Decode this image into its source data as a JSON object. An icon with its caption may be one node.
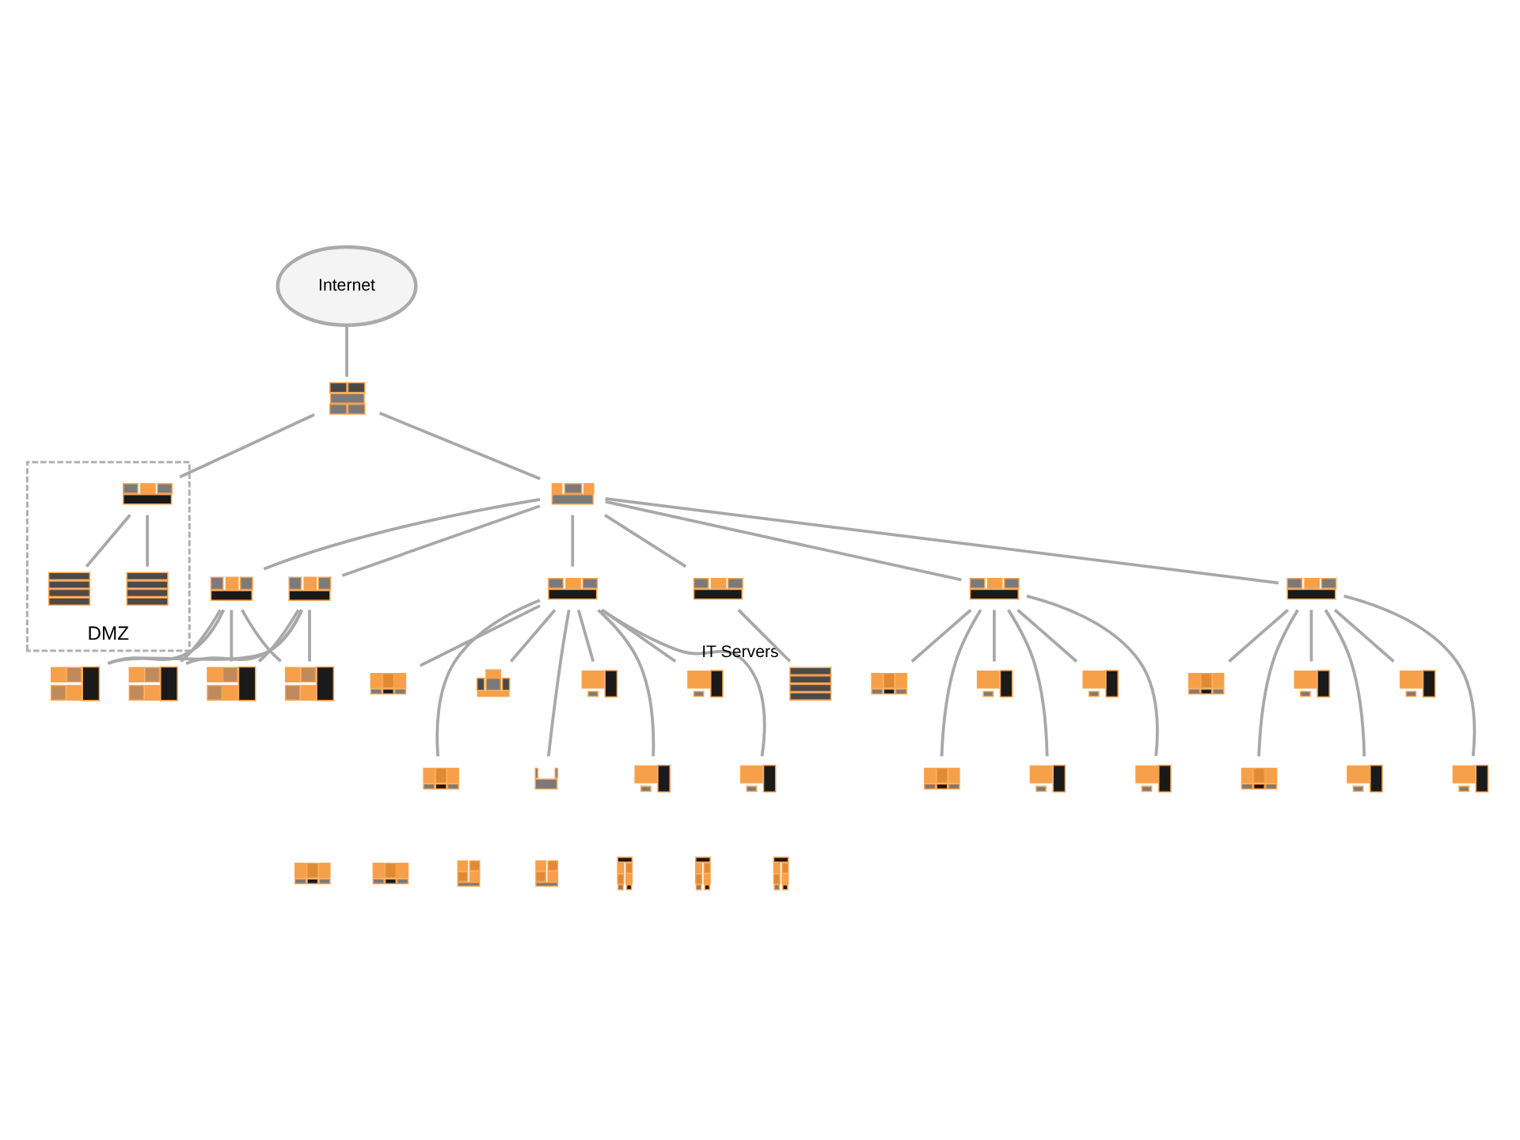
{
  "diagram": {
    "nodes": [
      {
        "text": [
          "Internet"
        ]
      },
      {
        "text": [],
        "shape": "picture"
      },
      {
        "text": [
          "DMZ"
        ]
      },
      {
        "text": [],
        "shape": "picture",
        "in": 2
      },
      {
        "text": [],
        "shape": "picture",
        "in": 2
      },
      {
        "text": [],
        "shape": "picture",
        "in": 2
      },
      {
        "text": [],
        "shape": "picture"
      },
      {
        "text": [],
        "shape": "picture"
      },
      {
        "text": [],
        "shape": "picture"
      },
      {
        "text": [],
        "shape": "picture"
      },
      {
        "text": [],
        "shape": "picture"
      },
      {
        "text": [],
        "shape": "picture"
      },
      {
        "text": [],
        "shape": "picture"
      },
      {
        "text": [],
        "shape": "picture"
      },
      {
        "text": [],
        "shape": "picture"
      },
      {
        "text": [],
        "shape": "picture"
      },
      {
        "text": [],
        "shape": "picture"
      },
      {
        "text": [],
        "shape": "picture"
      },
      {
        "text": [],
        "shape": "picture"
      },
      {
        "text": [],
        "shape": "picture"
      },
      {
        "text": [],
        "shape": "picture"
      },
      {
        "text": [],
        "shape": "picture"
      },
      {
        "text": [],
        "shape": "picture"
      },
      {
        "text": [],
        "shape": "picture"
      },
      {
        "text": [],
        "shape": "picture"
      },
      {
        "text": [],
        "shape": "picture"
      },
      {
        "text": [],
        "shape": "picture"
      },
      {
        "text": [],
        "shape": "picture"
      },
      {
        "text": [],
        "shape": "picture"
      },
      {
        "text": [],
        "shape": "picture"
      },
      {
        "text": [],
        "shape": "picture"
      },
      {
        "text": [],
        "shape": "picture"
      },
      {
        "text": [],
        "shape": "picture"
      },
      {
        "text": [],
        "shape": "picture"
      },
      {
        "text": [],
        "shape": "picture"
      },
      {
        "text": [],
        "shape": "picture"
      },
      {
        "text": [],
        "shape": "picture"
      },
      {
        "text": [],
        "shape": "picture"
      },
      {
        "text": [],
        "shape": "picture",
        "beside": [
          "IT Servers"
        ]
      },
      {
        "text": [],
        "shape": "picture"
      },
      {
        "text": [],
        "shape": "picture"
      },
      {
        "text": [],
        "shape": "picture"
      },
      {
        "text": [],
        "shape": "picture"
      },
      {
        "text": [],
        "shape": "picture"
      },
      {
        "text": [],
        "shape": "picture"
      }
    ],
    "edges": [
      {
        "from": 0,
        "to": 1,
        "arrow": "none"
      },
      {
        "from": 1,
        "to": 3,
        "arrow": "none"
      },
      {
        "from": 3,
        "to": 4,
        "arrow": "none"
      },
      {
        "from": 3,
        "to": 5,
        "arrow": "none"
      },
      {
        "from": 1,
        "to": 6,
        "arrow": "none"
      },
      {
        "from": 6,
        "to": 7,
        "arrow": "none"
      },
      {
        "from": 7,
        "to": 8,
        "arrow": "none"
      },
      {
        "from": 7,
        "to": 9,
        "arrow": "none"
      },
      {
        "from": 7,
        "to": 10,
        "arrow": "none"
      },
      {
        "from": 7,
        "to": 11,
        "arrow": "none"
      },
      {
        "from": 7,
        "to": 12,
        "arrow": "none"
      },
      {
        "from": 7,
        "to": 13,
        "arrow": "none"
      },
      {
        "from": 6,
        "to": 14,
        "arrow": "none"
      },
      {
        "from": 14,
        "to": 15,
        "arrow": "none"
      },
      {
        "from": 14,
        "to": 16,
        "arrow": "none"
      },
      {
        "from": 14,
        "to": 17,
        "arrow": "none"
      },
      {
        "from": 14,
        "to": 18,
        "arrow": "none"
      },
      {
        "from": 14,
        "to": 19,
        "arrow": "none"
      },
      {
        "from": 14,
        "to": 20,
        "arrow": "none"
      },
      {
        "from": 6,
        "to": 21,
        "arrow": "none"
      },
      {
        "from": 21,
        "to": 22,
        "arrow": "none"
      },
      {
        "from": 21,
        "to": 23,
        "arrow": "none"
      },
      {
        "from": 21,
        "to": 24,
        "arrow": "none"
      },
      {
        "from": 21,
        "to": 25,
        "arrow": "none"
      },
      {
        "from": 21,
        "to": 26,
        "arrow": "none"
      },
      {
        "from": 21,
        "to": 27,
        "arrow": "none"
      },
      {
        "from": 21,
        "to": 28,
        "arrow": "none"
      },
      {
        "from": 21,
        "to": 29,
        "arrow": "none"
      },
      {
        "from": 6,
        "to": 37,
        "arrow": "none"
      },
      {
        "from": 37,
        "to": 38,
        "arrow": "none"
      },
      {
        "from": 6,
        "to": 39,
        "arrow": "none"
      },
      {
        "from": 6,
        "to": 40,
        "arrow": "none"
      },
      {
        "from": 39,
        "to": 41,
        "arrow": "none"
      },
      {
        "from": 39,
        "to": 42,
        "arrow": "none"
      },
      {
        "from": 39,
        "to": 43,
        "arrow": "none"
      },
      {
        "from": 39,
        "to": 44,
        "arrow": "none"
      },
      {
        "from": 40,
        "to": 41,
        "arrow": "none"
      },
      {
        "from": 40,
        "to": 42,
        "arrow": "none"
      },
      {
        "from": 40,
        "to": 43,
        "arrow": "none"
      },
      {
        "from": 40,
        "to": 44,
        "arrow": "none"
      }
    ]
  }
}
